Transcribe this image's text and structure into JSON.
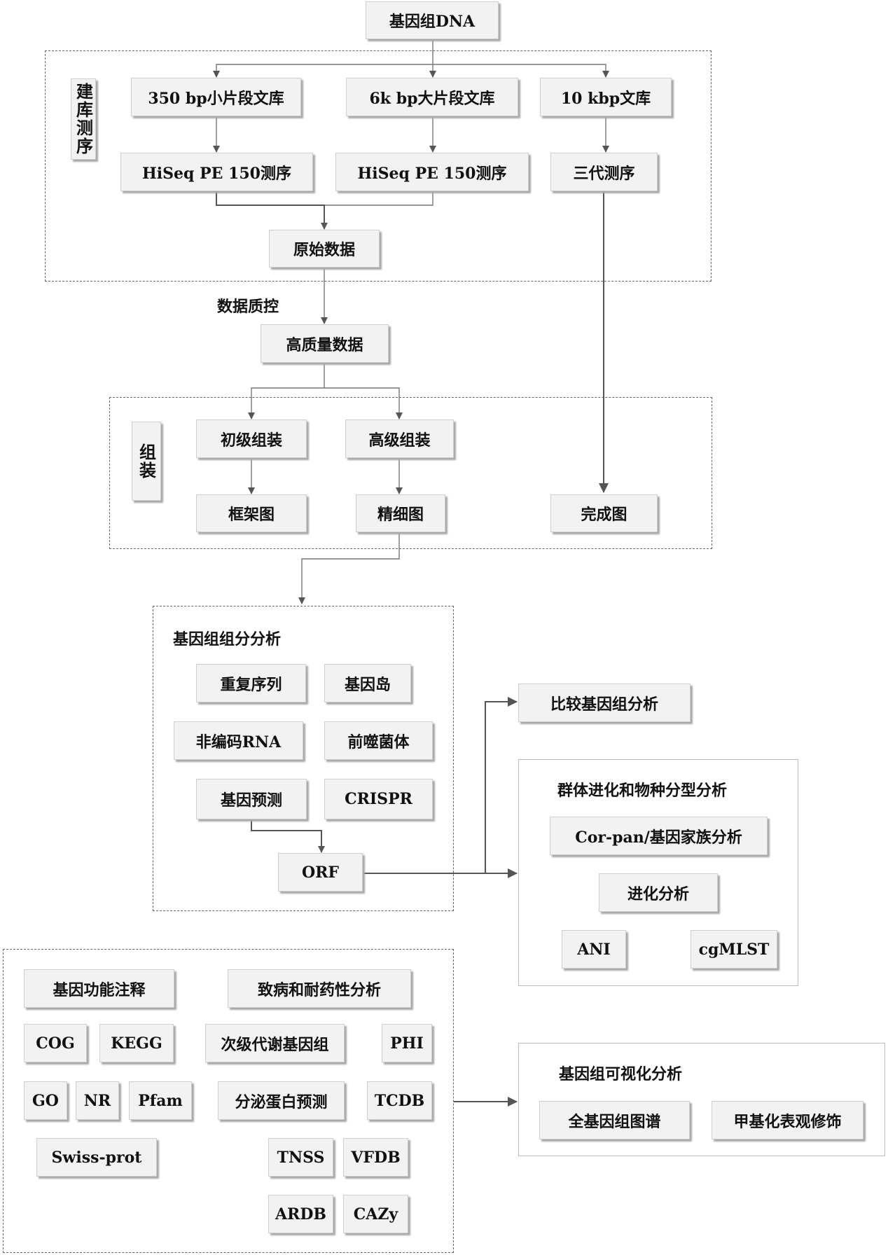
{
  "top": {
    "genome_dna": "基因组DNA"
  },
  "library": {
    "label": "建库测序",
    "lib_350": "350 bp小片段文库",
    "lib_6k": "6k bp大片段文库",
    "lib_10k": "10 kbp文库",
    "seq_a": "HiSeq PE 150测序",
    "seq_b": "HiSeq PE 150测序",
    "seq_third": "三代测序",
    "raw_data": "原始数据"
  },
  "qc": {
    "label": "数据质控",
    "high_quality": "高质量数据"
  },
  "assembly": {
    "label": "组装",
    "primary": "初级组装",
    "advanced": "高级组装",
    "scaffold": "框架图",
    "fine_map": "精细图",
    "complete_map": "完成图"
  },
  "components": {
    "title": "基因组组分分析",
    "repeats": "重复序列",
    "islands": "基因岛",
    "ncrna": "非编码RNA",
    "prophage": "前噬菌体",
    "gene_prediction": "基因预测",
    "crispr": "CRISPR",
    "orf": "ORF"
  },
  "comparative": {
    "label": "比较基因组分析"
  },
  "population": {
    "title": "群体进化和物种分型分析",
    "pan": "Cor-pan/基因家族分析",
    "evolution": "进化分析",
    "ani": "ANI",
    "cgmlst": "cgMLST"
  },
  "annotation": {
    "functional": "基因功能注释",
    "pathogenicity": "致病和耐药性分析",
    "cog": "COG",
    "kegg": "KEGG",
    "go": "GO",
    "nr": "NR",
    "pfam": "Pfam",
    "swissprot": "Swiss-prot",
    "secondary": "次级代谢基因组",
    "phi": "PHI",
    "secreted": "分泌蛋白预测",
    "tcdb": "TCDB",
    "tnss": "TNSS",
    "vfdb": "VFDB",
    "ardb": "ARDB",
    "cazy": "CAZy"
  },
  "visualization": {
    "title": "基因组可视化分析",
    "whole_map": "全基因组图谱",
    "methylation": "甲基化表观修饰"
  }
}
